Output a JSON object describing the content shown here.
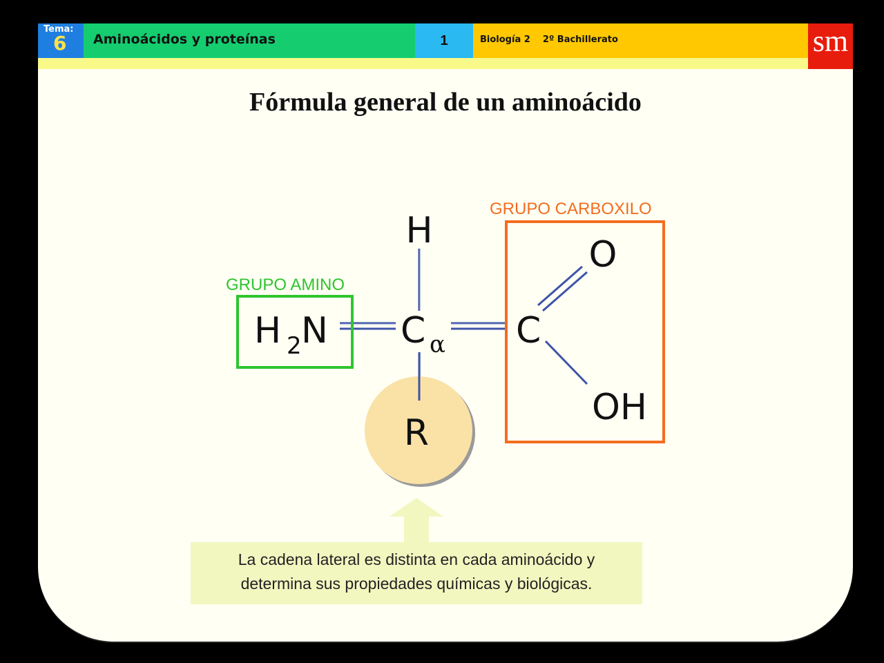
{
  "header": {
    "tema_label": "Tema:",
    "tema_number": "6",
    "unit_title": "Aminoácidos y proteínas",
    "page_number": "1",
    "subject": "Biología 2    2º Bachillerato",
    "logo_text": "sm"
  },
  "title": "Fórmula general de un aminoácido",
  "diagram": {
    "amino_label": "GRUPO AMINO",
    "carboxyl_label": "GRUPO CARBOXILO",
    "h_atom": "H",
    "nh2_h": "H",
    "nh2_sub": "2",
    "nh2_n": "N",
    "calpha_c": "C",
    "calpha_sub": "α",
    "carboxyl_c": "C",
    "o_atom": "O",
    "oh_group": "OH",
    "r_group": "R",
    "amino_color": "#2ec52e",
    "carboxyl_color": "#f26d1f",
    "bond_color": "#3d54a8",
    "side_chain_color": "#fae1a6"
  },
  "note": {
    "line1": "La cadena lateral es distinta en cada aminoácido y",
    "line2": "determina sus propiedades químicas y biológicas."
  }
}
